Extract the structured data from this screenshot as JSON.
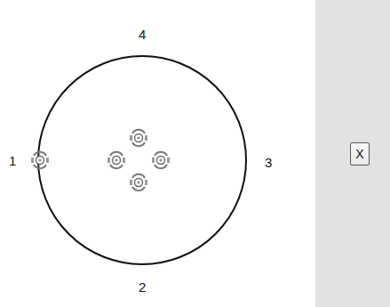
{
  "diagram": {
    "nodes": [
      {
        "text": [
          "X"
        ]
      }
    ],
    "labels": [
      "4",
      "1",
      "3",
      "2"
    ]
  }
}
